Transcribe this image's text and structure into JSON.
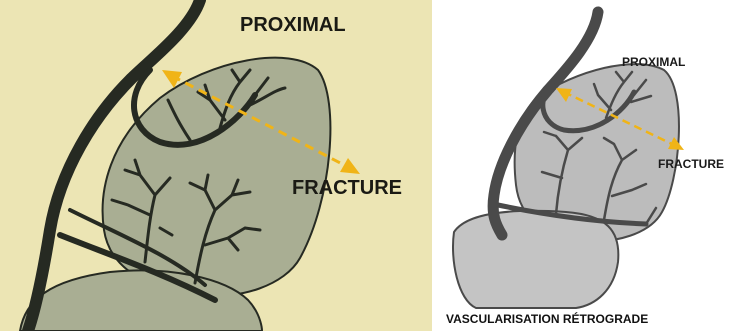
{
  "left_panel": {
    "label_proximal": "PROXIMAL",
    "label_fracture": "FRACTURE",
    "colors": {
      "paper": "#ece5b4",
      "bone": "#a9ae93",
      "vessel": "#262a22",
      "arrow": "#f0b417"
    }
  },
  "right_panel": {
    "label_proximal": "PROXIMAL",
    "label_fracture": "FRACTURE",
    "caption": "VASCULARISATION RÉTROGRADE",
    "colors": {
      "paper": "#ffffff",
      "bone": "#bcbcbc",
      "vessel": "#4a4a4a",
      "arrow": "#f0b417"
    }
  }
}
